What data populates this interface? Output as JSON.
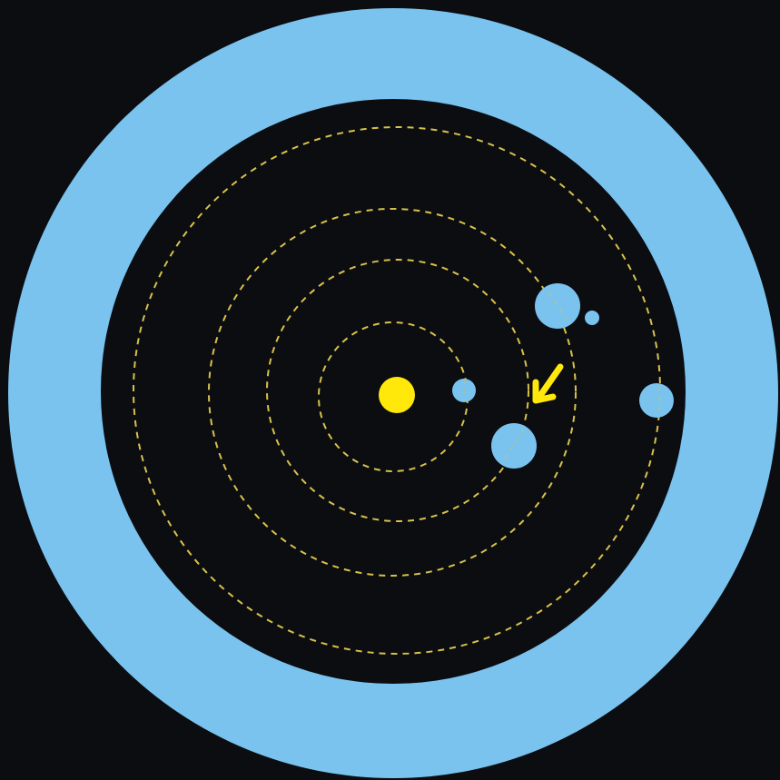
{
  "diagram": {
    "colors": {
      "background": "#0b0d11",
      "outer_ring": "#7ac3ef",
      "space": "#0b0d11",
      "star": "#ffe80a",
      "orbit": "#d9c14a",
      "planet": "#7ac3ef",
      "arrow": "#ffe80a"
    },
    "elements": {
      "star": "star",
      "outer_ring": "outer-ring",
      "arrow": "pointer-arrow",
      "orbits": [
        "orbit-1",
        "orbit-2",
        "orbit-3",
        "orbit-4"
      ],
      "planets": [
        "planet-inner",
        "planet-middle",
        "planet-upper",
        "moon-upper",
        "planet-outer"
      ]
    }
  }
}
